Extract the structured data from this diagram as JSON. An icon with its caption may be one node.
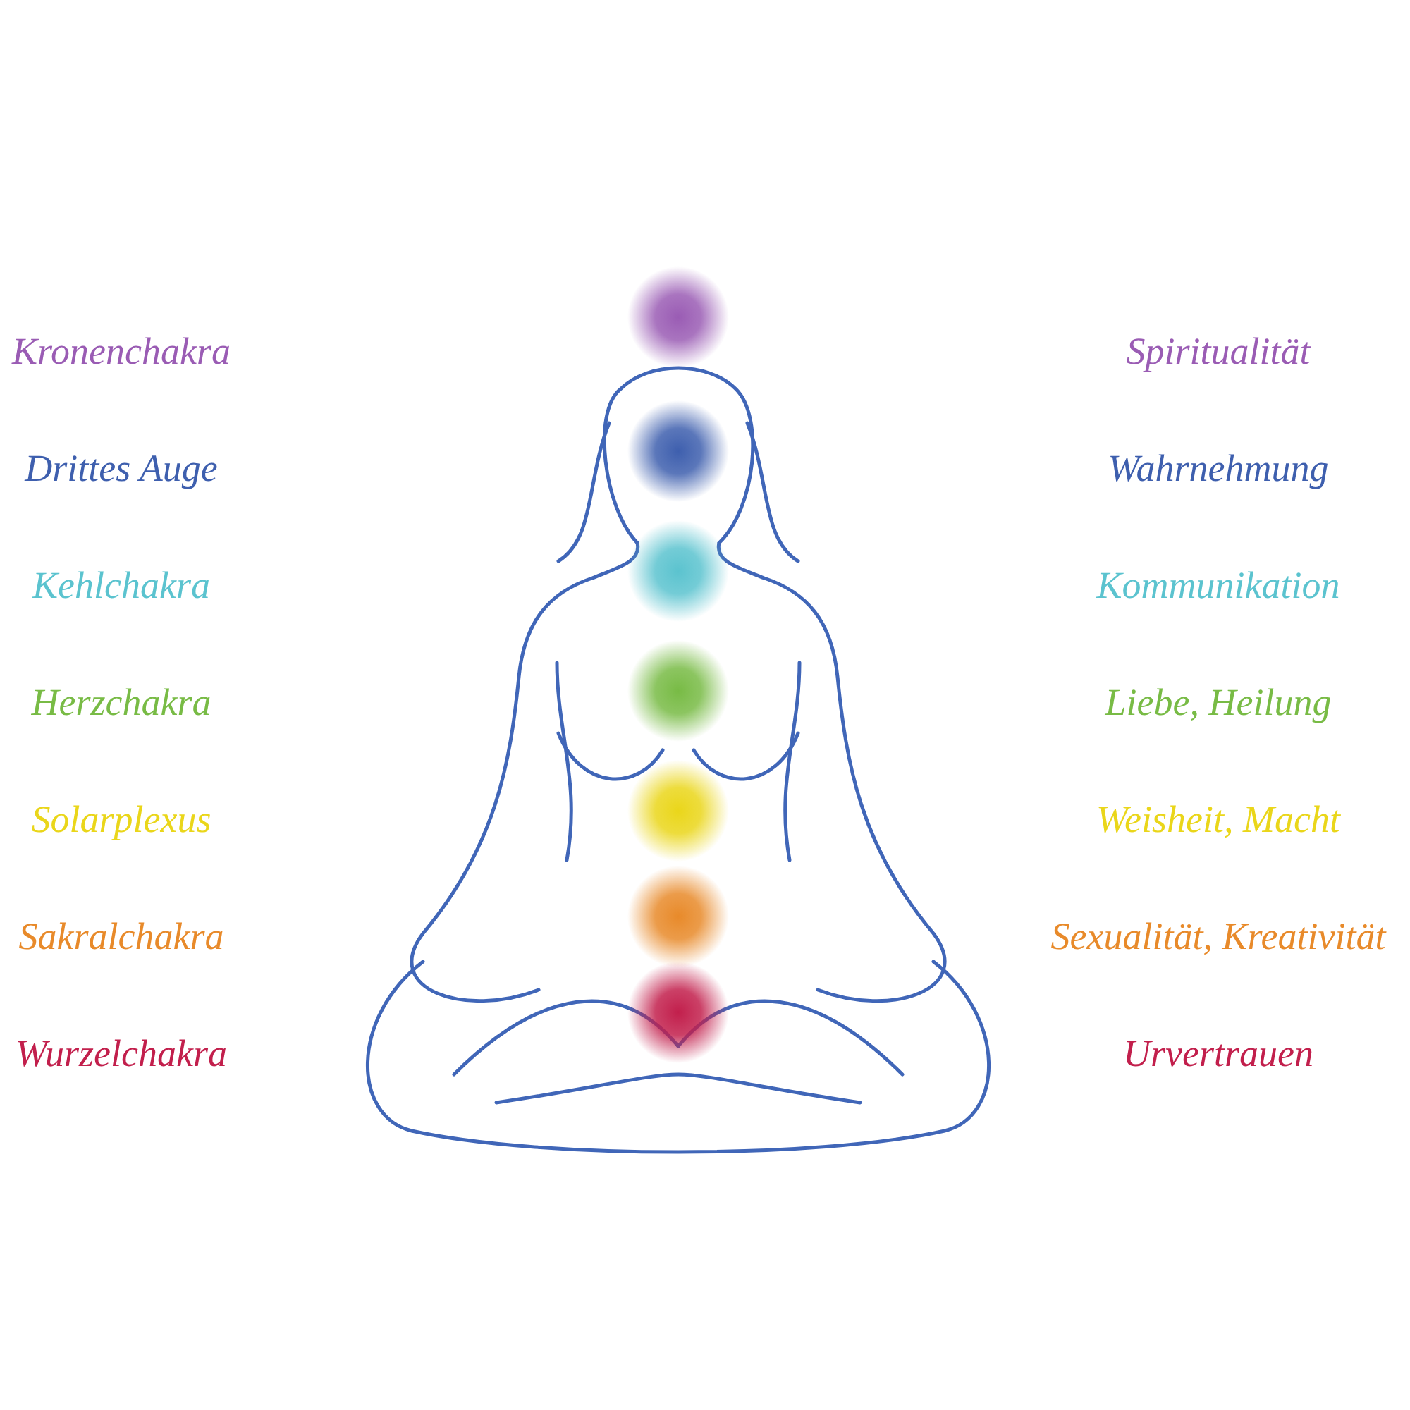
{
  "diagram": {
    "labels": [
      "Kronenchakra",
      "Spiritualität",
      "Drittes Auge",
      "Wahrnehmung",
      "Kehlchakra",
      "Kommunikation",
      "Herzchakra",
      "Liebe, Heilung",
      "Solarplexus",
      "Weisheit, Macht",
      "Sakralchakra",
      "Sexualität, Kreativität",
      "Wurzelchakra",
      "Urvertrauen"
    ]
  }
}
